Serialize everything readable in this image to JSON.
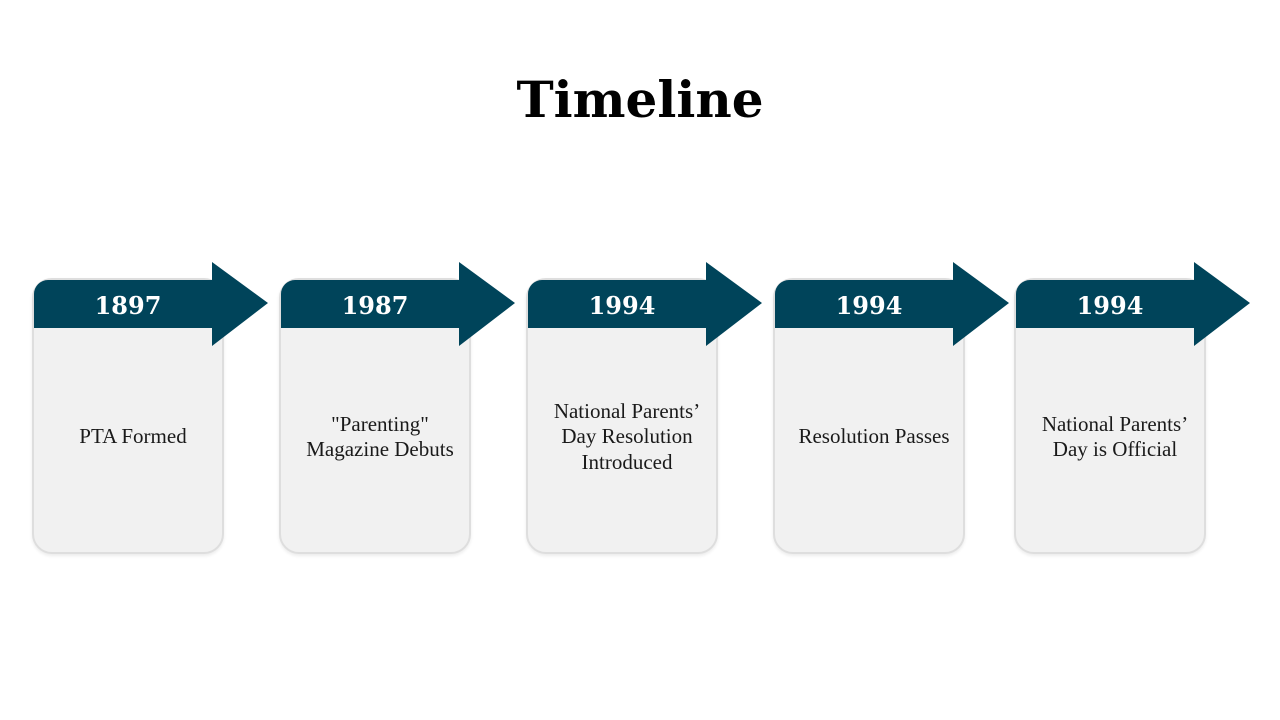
{
  "title": "Timeline",
  "accent_color": "#00445a",
  "milestones": [
    {
      "year": "1897",
      "label": "PTA Formed"
    },
    {
      "year": "1987",
      "label": "\"Parenting\" Magazine Debuts"
    },
    {
      "year": "1994",
      "label": "National Parents’ Day Resolution Introduced"
    },
    {
      "year": "1994",
      "label": "Resolution Passes"
    },
    {
      "year": "1994",
      "label": "National Parents’ Day is Official"
    }
  ]
}
